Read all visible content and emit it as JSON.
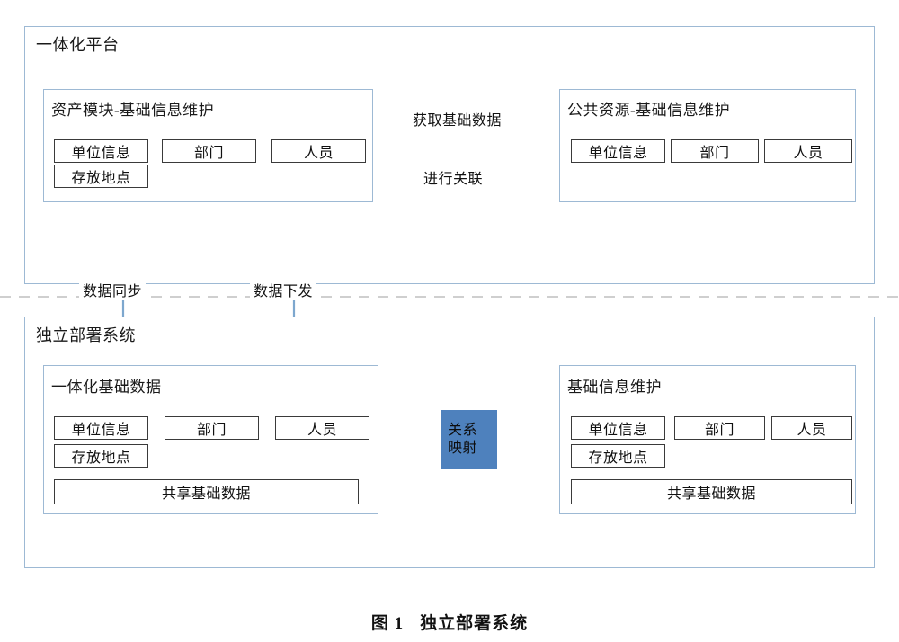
{
  "figure": {
    "caption_number": "图 1",
    "caption_text": "独立部署系统"
  },
  "zones": {
    "platform": {
      "title": "一体化平台"
    },
    "standalone": {
      "title": "独立部署系统"
    }
  },
  "panels": {
    "asset_module": {
      "title": "资产模块-基础信息维护",
      "chips": [
        "单位信息",
        "部门",
        "人员",
        "存放地点"
      ]
    },
    "public_resource": {
      "title": "公共资源-基础信息维护",
      "chips": [
        "单位信息",
        "部门",
        "人员"
      ]
    },
    "integrated_base_data": {
      "title": "一体化基础数据",
      "chips": [
        "单位信息",
        "部门",
        "人员",
        "存放地点"
      ],
      "shared_bar": "共享基础数据"
    },
    "basic_info_maintenance": {
      "title": "基础信息维护",
      "chips": [
        "单位信息",
        "部门",
        "人员",
        "存放地点"
      ],
      "shared_bar": "共享基础数据"
    }
  },
  "mapping_block": {
    "line1": "关系",
    "line2": "映射"
  },
  "edges": {
    "fetch_base_data": "获取基础数据",
    "make_association": "进行关联",
    "data_sync": "数据同步",
    "data_distribute": "数据下发"
  },
  "colors": {
    "container_border": "#9DB9D4",
    "chip_border": "#3A3A3A",
    "arrow": "#7DA7CE",
    "mapping_fill": "#4E81BD",
    "divider": "#BFBFBF"
  }
}
